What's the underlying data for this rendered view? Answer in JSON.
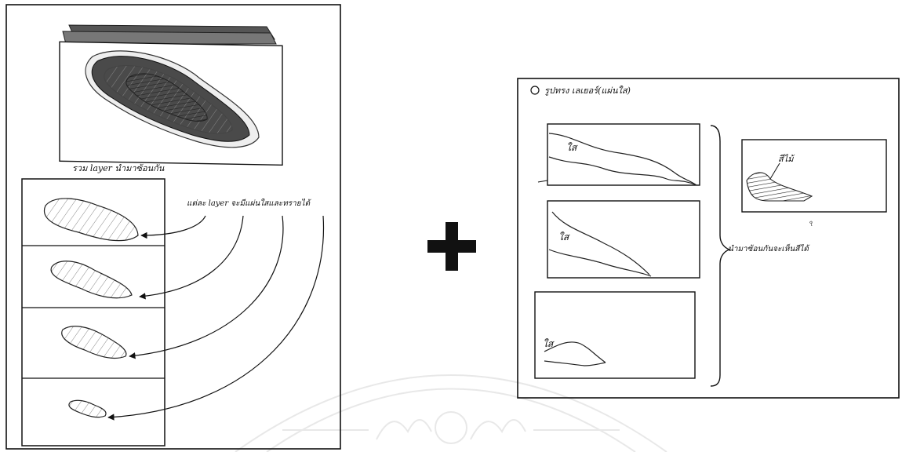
{
  "left_panel": {
    "stack_caption": "รวม layer นำมาซ้อนกัน",
    "annotation": "แต่ละ layer จะมีแผ่นใสและทรายได้",
    "layers": [
      "layer-1",
      "layer-2",
      "layer-3",
      "layer-4"
    ]
  },
  "center": {
    "symbol": "plus-icon"
  },
  "right_panel": {
    "heading": "รูปทรง เลเยอร์(แผ่นใส)",
    "frame_labels": [
      "ใส",
      "ใส",
      "ใส"
    ],
    "result_label": "สีไม้",
    "annotation": "นำมาซ้อนกันจะเห็นสีได้"
  },
  "watermark": {
    "name": "university-seal-watermark"
  }
}
